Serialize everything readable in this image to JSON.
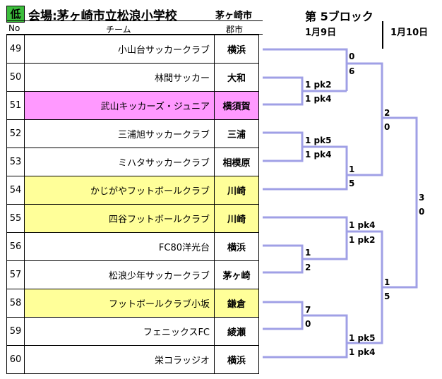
{
  "header": {
    "level_badge": "低",
    "venue": "会場:茅ヶ崎市立松浪小学校",
    "venue_city": "茅ヶ崎市",
    "block": "第 5ブロック",
    "col_no": "No",
    "col_team": "チーム",
    "col_city": "郡市",
    "date_day1": "1月9日",
    "date_day2": "1月10日"
  },
  "teams": [
    {
      "no": "49",
      "name": "小山台サッカークラブ",
      "city": "横浜",
      "highlight": ""
    },
    {
      "no": "50",
      "name": "林間サッカー",
      "city": "大和",
      "highlight": ""
    },
    {
      "no": "51",
      "name": "武山キッカーズ・ジュニア",
      "city": "横須賀",
      "highlight": "pink"
    },
    {
      "no": "52",
      "name": "三浦旭サッカークラブ",
      "city": "三浦",
      "highlight": ""
    },
    {
      "no": "53",
      "name": "ミハタサッカークラブ",
      "city": "相模原",
      "highlight": ""
    },
    {
      "no": "54",
      "name": "かじがやフットボールクラブ",
      "city": "川崎",
      "highlight": "yellow"
    },
    {
      "no": "55",
      "name": "四谷フットボールクラブ",
      "city": "川崎",
      "highlight": "yellow"
    },
    {
      "no": "56",
      "name": "FC80洋光台",
      "city": "横浜",
      "highlight": ""
    },
    {
      "no": "57",
      "name": "松浪少年サッカークラブ",
      "city": "茅ヶ崎",
      "highlight": ""
    },
    {
      "no": "58",
      "name": "フットボールクラブ小坂",
      "city": "鎌倉",
      "highlight": "yellow"
    },
    {
      "no": "59",
      "name": "フェニックスFC",
      "city": "綾瀬",
      "highlight": ""
    },
    {
      "no": "60",
      "name": "栄コラッジオ",
      "city": "横浜",
      "highlight": ""
    }
  ],
  "scores": {
    "r1_a_top": "1 pk2",
    "r1_a_bot": "1 pk4",
    "r1_b_top": "1 pk5",
    "r1_b_bot": "1 pk4",
    "r1_c_top": "1",
    "r1_c_bot": "2",
    "r1_d_top": "7",
    "r1_d_bot": "0",
    "r1_e_top": "1 pk5",
    "r1_e_bot": "1 pk4",
    "r2_a_top": "0",
    "r2_a_bot": "6",
    "r2_b_top": "1",
    "r2_b_bot": "5",
    "r2_c_top": "1 pk4",
    "r2_c_bot": "1 pk2",
    "r2_d_top": "1",
    "r2_d_bot": "5",
    "r3_a_top": "2",
    "r3_a_bot": "0",
    "final_top": "3",
    "final_bot": "0"
  },
  "colors": {
    "badge_green": "#3cbe3c",
    "bracket_line": "#a0a0e6",
    "pink": "#ff99ff",
    "yellow": "#ffff99"
  }
}
